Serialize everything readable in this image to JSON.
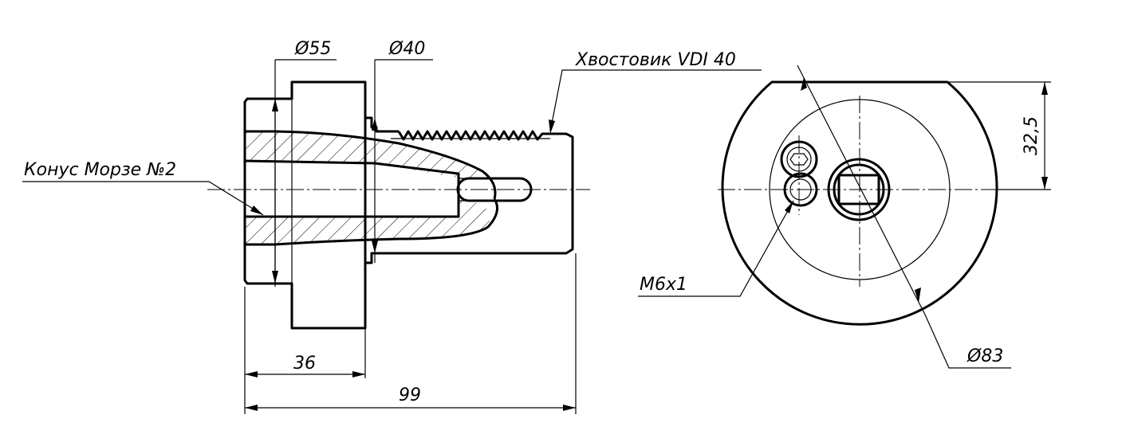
{
  "drawing": {
    "callouts": {
      "shank": "Хвостовик VDI 40",
      "morse_taper": "Конус Морзе №2",
      "thread": "M6x1"
    },
    "dimensions": {
      "diameter_flange": "Ø55",
      "diameter_body": "Ø40",
      "length_flange": "36",
      "length_total": "99",
      "height_flat": "32,5",
      "diameter_outer": "Ø83"
    }
  }
}
